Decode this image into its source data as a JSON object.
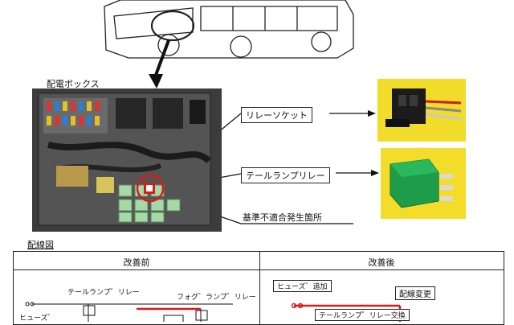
{
  "labels": {
    "distribution_box": "配電ボックス",
    "relay_socket": "リレーソケット",
    "tail_lamp_relay": "テールランプリレー",
    "nonconformity_location": "基準不適合発生箇所",
    "wiring_diagram": "配線図",
    "before": "改善前",
    "after": "改善後",
    "before_tail_relay": "テールランプ゛リレー",
    "before_fog_relay": "フォグ゛ランプ゛リレー",
    "before_fuse": "ヒューズ゛",
    "after_fuse_add": "ヒューズ゛追加",
    "after_wiring_change": "配線変更",
    "after_relay_replace": "テールランプ゛リレー交換"
  }
}
